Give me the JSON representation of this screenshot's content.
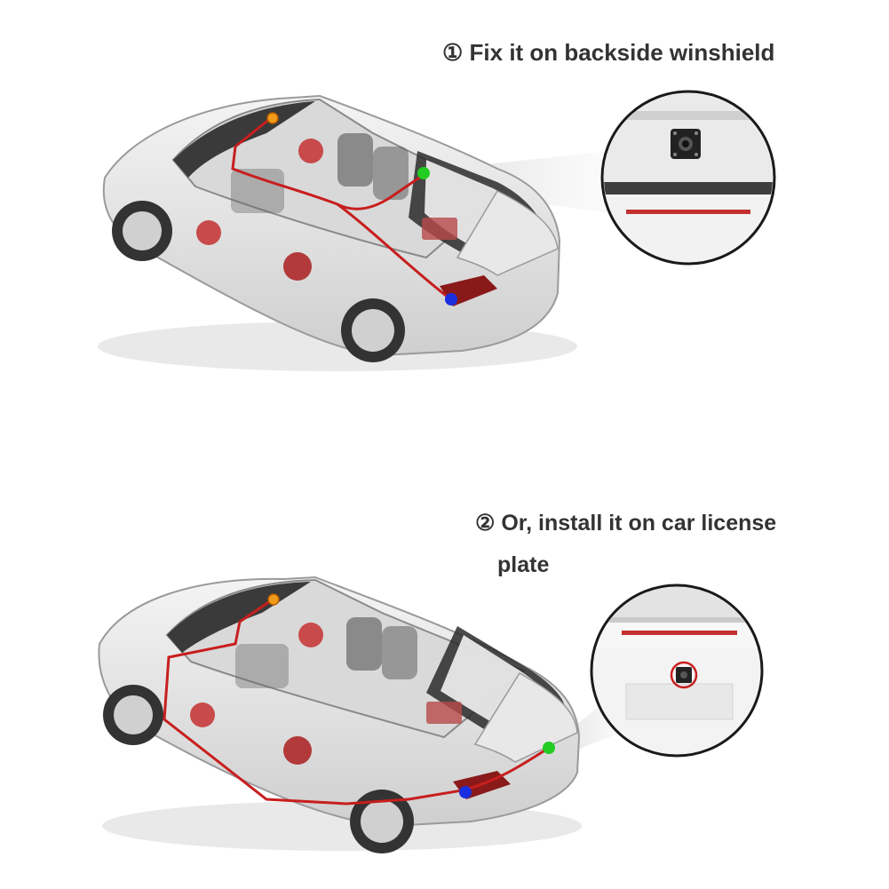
{
  "step1": {
    "caption": "① Fix it on backside winshield"
  },
  "step2": {
    "caption_line1": "② Or, install it on car license",
    "caption_line2": "plate"
  },
  "colors": {
    "wire": "#c81e1e",
    "marker_orange": "#f29a1a",
    "marker_green": "#22cc22",
    "marker_blue": "#1a2fe0",
    "car_body": "#e6e6e6",
    "car_outline": "#9a9a9a"
  },
  "icons": [
    "rear-camera-icon",
    "car-illustration",
    "zoom-callout"
  ]
}
